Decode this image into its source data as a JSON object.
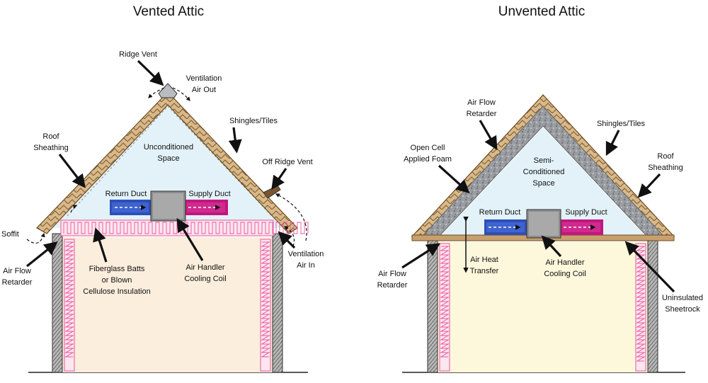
{
  "vented": {
    "title": "Vented Attic",
    "labels": {
      "ridge_vent": "Ridge Vent",
      "ventilation_out_1": "Ventilation",
      "ventilation_out_2": "Air Out",
      "shingles": "Shingles/Tiles",
      "roof_sheathing_1": "Roof",
      "roof_sheathing_2": "Sheathing",
      "unconditioned_1": "Unconditioned",
      "unconditioned_2": "Space",
      "off_ridge_vent": "Off Ridge Vent",
      "return_duct": "Return Duct",
      "supply_duct": "Supply Duct",
      "soffit": "Soffit",
      "air_flow_retarder_1": "Air Flow",
      "air_flow_retarder_2": "Retarder",
      "fiberglass_1": "Fiberglass Batts",
      "fiberglass_2": "or Blown",
      "fiberglass_3": "Cellulose Insulation",
      "air_handler_1": "Air Handler",
      "air_handler_2": "Cooling Coil",
      "ventilation_in_1": "Ventilation",
      "ventilation_in_2": "Air In"
    }
  },
  "unvented": {
    "title": "Unvented Attic",
    "labels": {
      "air_flow_retarder_top_1": "Air Flow",
      "air_flow_retarder_top_2": "Retarder",
      "shingles": "Shingles/Tiles",
      "open_cell_1": "Open Cell",
      "open_cell_2": "Applied Foam",
      "semi_conditioned_1": "Semi-",
      "semi_conditioned_2": "Conditioned",
      "semi_conditioned_3": "Space",
      "roof_sheathing_1": "Roof",
      "roof_sheathing_2": "Sheathing",
      "return_duct": "Return Duct",
      "supply_duct": "Supply Duct",
      "air_flow_retarder_1": "Air Flow",
      "air_flow_retarder_2": "Retarder",
      "air_heat_1": "Air Heat",
      "air_heat_2": "Transfer",
      "air_handler_1": "Air Handler",
      "air_handler_2": "Cooling Coil",
      "uninsulated_1": "Uninsulated",
      "uninsulated_2": "Sheetrock"
    }
  },
  "colors": {
    "attic_fill": "#e2f2f8",
    "room_vented": "#fbeedd",
    "room_unvented": "#fdf7dc",
    "insulation": "#e8559a",
    "insulation_fill": "#fce6ef",
    "return_duct": "#2d4fb8",
    "supply_duct": "#c0177f",
    "roof_wood": "#c7a06d",
    "foam": "#8c8f93"
  }
}
